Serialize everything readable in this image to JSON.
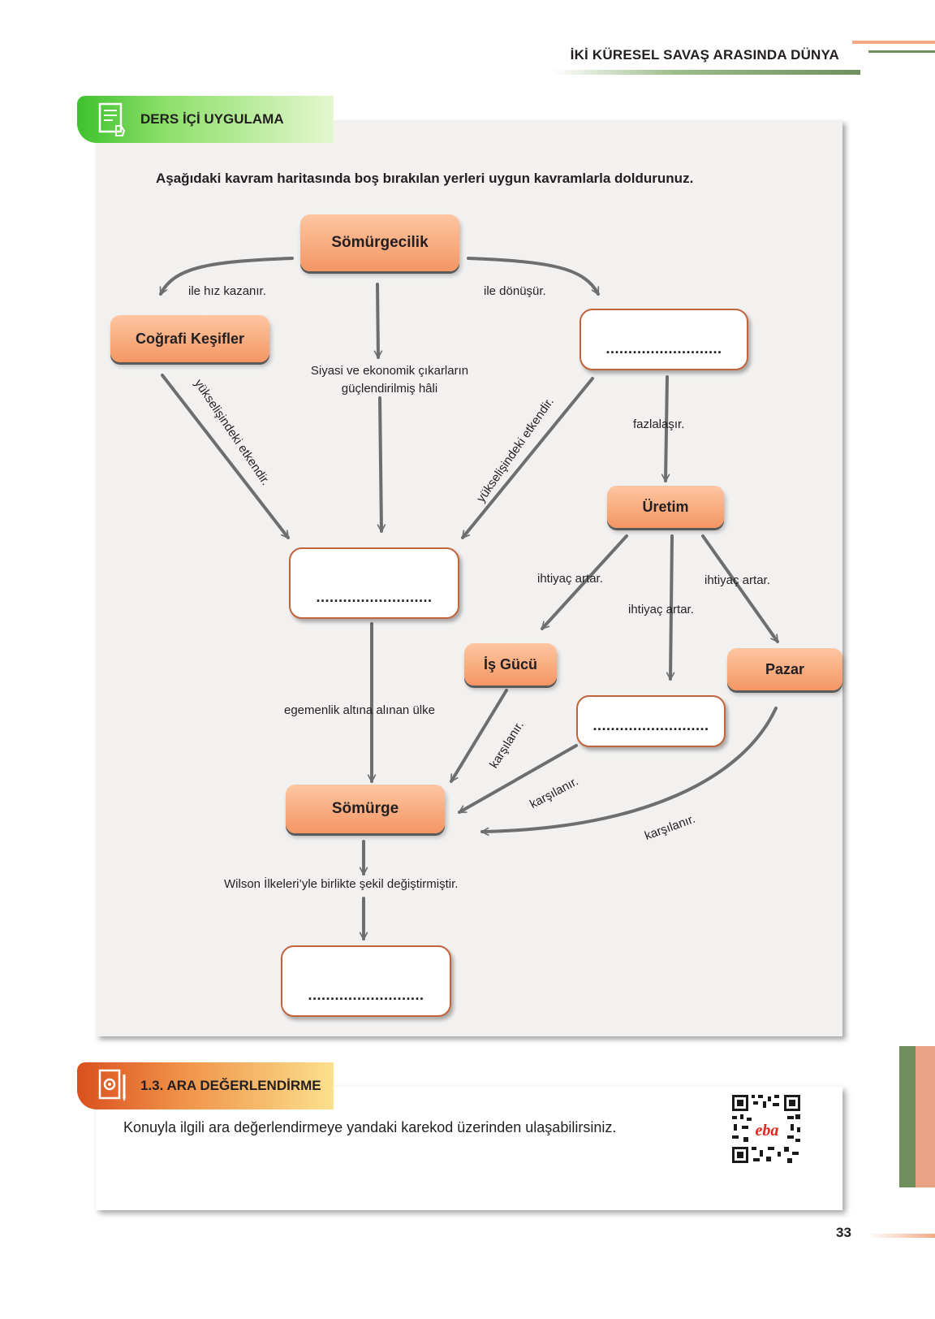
{
  "header": {
    "title": "İKİ KÜRESEL SAVAŞ ARASINDA DÜNYA"
  },
  "activity": {
    "tab_label": "DERS İÇİ UYGULAMA",
    "instruction": "Aşağıdaki kavram haritasında boş bırakılan yerleri uygun kavramlarla doldurunuz.",
    "concepts": {
      "somurgecilik": "Sömürgecilik",
      "cografi_kesifler": "Coğrafi Keşifler",
      "uretim": "Üretim",
      "is_gucu": "İş Gücü",
      "pazar": "Pazar",
      "somurge": "Sömürge"
    },
    "blank": "..............................",
    "blank_short": "..........................",
    "links": {
      "hiz_kazanir": "ile hız kazanır.",
      "donusur": "ile dönüşür.",
      "siyasi_1": "Siyasi ve ekonomik çıkarların",
      "siyasi_2": "güçlendirilmiş hâli",
      "yukselis_left": "yükselişindeki etkendir.",
      "yukselis_right": "yükselişindeki etkendir.",
      "fazlalasir": "fazlalaşır.",
      "ihtiyac_left": "ihtiyaç artar.",
      "ihtiyac_mid": "ihtiyaç artar.",
      "ihtiyac_right": "ihtiyaç artar.",
      "egemenlik": "egemenlik altına alınan ülke",
      "karsilanir_1": "karşılanır.",
      "karsilanir_2": "karşılanır.",
      "karsilanir_3": "karşılanır.",
      "wilson": "Wilson İlkeleri’yle birlikte şekil değiştirmiştir."
    }
  },
  "evaluation": {
    "tab_label": "1.3. ARA DEĞERLENDİRME",
    "text": "Konuyla ilgili ara değerlendirmeye yandaki karekod üzerinden ulaşabilirsiniz.",
    "qr_logo": "eba"
  },
  "page_number": "33",
  "colors": {
    "accent_green": "#6f8f5e",
    "accent_orange": "#f49663",
    "box_border": "#c1633b",
    "arrow": "#6d6e70"
  }
}
